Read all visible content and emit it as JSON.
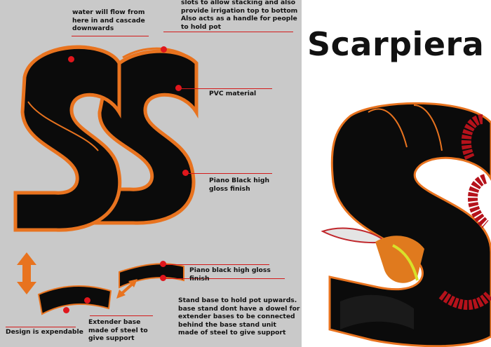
{
  "title": "Scarpiera",
  "annotations": {
    "water": "water will flow from\nhere in and cascade\ndownwards",
    "slots": "slots to allow stacking and also\nprovide irrigation top to bottom\nAlso acts as a handle for people\nto hold pot",
    "pvc": "PVC material",
    "piano_high": "Piano Black high\ngloss finish",
    "piano_low": "Piano black high gloss\nfinish",
    "stand": "Stand base to hold pot upwards.\nbase stand dont have a dowel for\nextender bases to be connected\nbehind the base stand unit\nmade of steel to give support",
    "extender": "Extender base\nmade of steel to\ngive support",
    "expandable": "Design is expendable"
  },
  "colors": {
    "panel_gray": "#c9c9c9",
    "accent_orange": "#e8731f",
    "leader_red": "#d31a1a",
    "piano_black": "#0b0b0b"
  },
  "icons": [
    "vertical-double-arrow-icon",
    "diagonal-double-arrow-icon"
  ]
}
